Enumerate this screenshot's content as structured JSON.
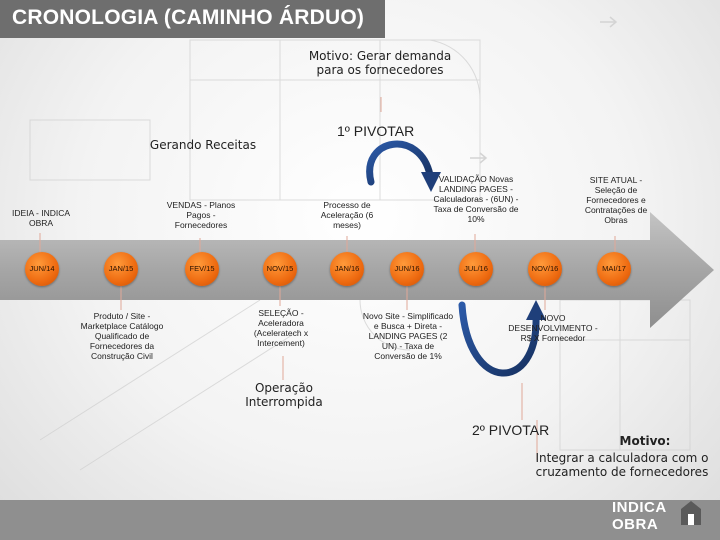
{
  "title": "CRONOLOGIA (CAMINHO ÁRDUO)",
  "timeline": [
    {
      "label": "JUN/14"
    },
    {
      "label": "JAN/15"
    },
    {
      "label": "FEV/15"
    },
    {
      "label": "NOV/15"
    },
    {
      "label": "JAN/16"
    },
    {
      "label": "JUN/16"
    },
    {
      "label": "JUL/16"
    },
    {
      "label": "NOV/16"
    },
    {
      "label": "MAI/17"
    }
  ],
  "above": {
    "ideia": "IDEIA - INDICA OBRA",
    "vendas": "VENDAS - Planos Pagos - Fornecedores",
    "processo": "Processo de Aceleração (6 meses)",
    "validacao": "VALIDAÇÃO Novas LANDING PAGES - Calculadoras - (6UN) - Taxa de Conversão de 10%",
    "site_atual": "SITE ATUAL - Seleção de Fornecedores e Contratações de Obras",
    "gerando": "Gerando Receitas",
    "motivo1": "Motivo: Gerar demanda para os fornecedores",
    "pivot1": "1º PIVOTAR"
  },
  "below": {
    "produto": "Produto / Site - Marketplace Catálogo Qualificado de Fornecedores da Construção Civil",
    "selecao": "SELEÇÃO - Aceleradora (Aceleratech x Intercement)",
    "novo_site": "Novo Site - Simplificado e Busca + Direta - LANDING PAGES (2 UN) - Taxa de Conversão de 1%",
    "novo_dev": "NOVO DESENVOLVIMENTO - R$ X Fornecedor",
    "operacao": "Operação Interrompida",
    "pivot2": "2º PIVOTAR",
    "motivo2_title": "Motivo:",
    "motivo2_body": "Integrar a calculadora com o cruzamento de fornecedores"
  },
  "logo": {
    "line1": "INDICA",
    "line2": "OBRA"
  },
  "colors": {
    "title_bg": "#6e6e6e",
    "arrow": "#a9a9a9",
    "milestone": "#ee6a10",
    "pivot_arrow": "#1f3f7a",
    "connector": "#e0a898"
  }
}
